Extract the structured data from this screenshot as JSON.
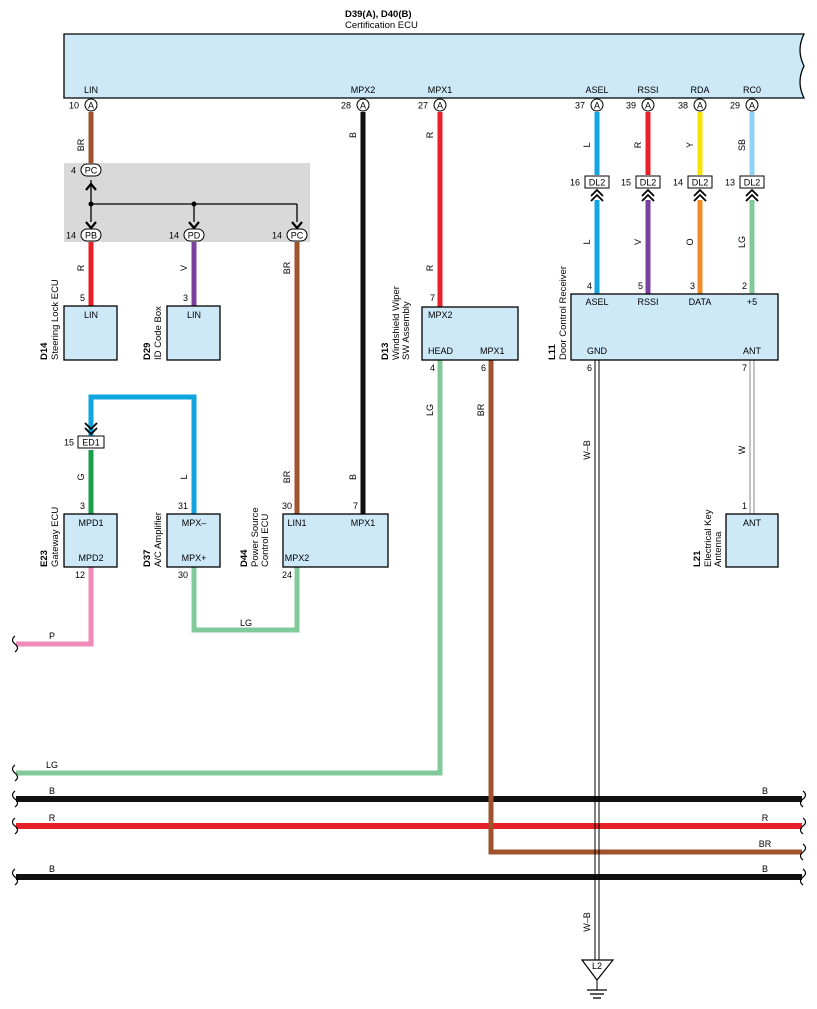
{
  "ecu": {
    "code": "D39(A), D40(B)",
    "name": "Certification ECU",
    "pins": [
      {
        "id": "lin",
        "num": "10",
        "conn": "A",
        "label": "LIN"
      },
      {
        "id": "mpx2",
        "num": "28",
        "conn": "A",
        "label": "MPX2"
      },
      {
        "id": "mpx1",
        "num": "27",
        "conn": "A",
        "label": "MPX1"
      },
      {
        "id": "asel",
        "num": "37",
        "conn": "A",
        "label": "ASEL"
      },
      {
        "id": "rssi",
        "num": "39",
        "conn": "A",
        "label": "RSSI"
      },
      {
        "id": "rda",
        "num": "38",
        "conn": "A",
        "label": "RDA"
      },
      {
        "id": "rc0",
        "num": "29",
        "conn": "A",
        "label": "RC0"
      }
    ]
  },
  "junction": {
    "in": {
      "num": "4",
      "tag": "PC"
    },
    "out": [
      {
        "num": "14",
        "tag": "PB"
      },
      {
        "num": "14",
        "tag": "PD"
      },
      {
        "num": "14",
        "tag": "PC"
      }
    ]
  },
  "dl2": [
    {
      "num": "16",
      "tag": "DL2"
    },
    {
      "num": "15",
      "tag": "DL2"
    },
    {
      "num": "14",
      "tag": "DL2"
    },
    {
      "num": "13",
      "tag": "DL2"
    }
  ],
  "ed1": {
    "num": "15",
    "tag": "ED1"
  },
  "components": {
    "d14": {
      "code": "D14",
      "name": "Steering Lock ECU",
      "pin": "5",
      "label": "LIN"
    },
    "d29": {
      "code": "D29",
      "name": "ID Code Box",
      "pin": "3",
      "label": "LIN"
    },
    "d13": {
      "code": "D13",
      "name1": "Windshield Wiper",
      "name2": "SW Assembly",
      "pins": {
        "mpx2_num": "7",
        "mpx2": "MPX2",
        "head": "HEAD",
        "head_num": "4",
        "mpx1": "MPX1",
        "mpx1_num": "6"
      }
    },
    "l11": {
      "code": "L11",
      "name": "Door Control Receiver",
      "pins": {
        "asel_num": "4",
        "asel": "ASEL",
        "rssi_num": "5",
        "rssi": "RSSI",
        "data_num": "3",
        "data": "DATA",
        "p5_num": "2",
        "p5": "+5",
        "gnd": "GND",
        "gnd_num": "6",
        "ant": "ANT",
        "ant_num": "7"
      }
    },
    "e23": {
      "code": "E23",
      "name": "Gateway ECU",
      "mpd1_num": "3",
      "mpd1": "MPD1",
      "mpd2": "MPD2",
      "mpd2_num": "12"
    },
    "d37": {
      "code": "D37",
      "name": "A/C Amplifier",
      "mpxm_num": "31",
      "mpxm": "MPX–",
      "mpxp": "MPX+",
      "mpxp_num": "30"
    },
    "d44": {
      "code": "D44",
      "name1": "Power Source",
      "name2": "Control ECU",
      "lin1_num": "30",
      "lin1": "LIN1",
      "mpx1_num": "7",
      "mpx1": "MPX1",
      "mpx2": "MPX2",
      "mpx2_num": "24"
    },
    "l21": {
      "code": "L21",
      "name1": "Electrical Key",
      "name2": "Antenna",
      "pin": "1",
      "label": "ANT"
    }
  },
  "ground": {
    "tag": "L2"
  },
  "wire_labels": {
    "br": "BR",
    "b": "B",
    "r": "R",
    "l": "L",
    "sb": "SB",
    "y": "Y",
    "v": "V",
    "o": "O",
    "lg": "LG",
    "g": "G",
    "w": "W",
    "wb": "W–B",
    "p": "P"
  },
  "bus": {
    "lg": "LG",
    "b1_left": "B",
    "b1_right": "B",
    "r_left": "R",
    "r_right": "R",
    "br_right": "BR",
    "b2_left": "B",
    "b2_right": "B"
  },
  "colors": {
    "BR": "#a0522d",
    "B": "#111111",
    "R": "#e8202a",
    "L": "#11a5e0",
    "SB": "#8fd3f4",
    "Y": "#f5e400",
    "V": "#7b3fa0",
    "O": "#f28c28",
    "LG": "#82c99a",
    "G": "#1a9e4a",
    "P": "#f08ab8",
    "W": "#ffffff",
    "box": "#cde9f7",
    "junction": "#d9d9d9"
  }
}
